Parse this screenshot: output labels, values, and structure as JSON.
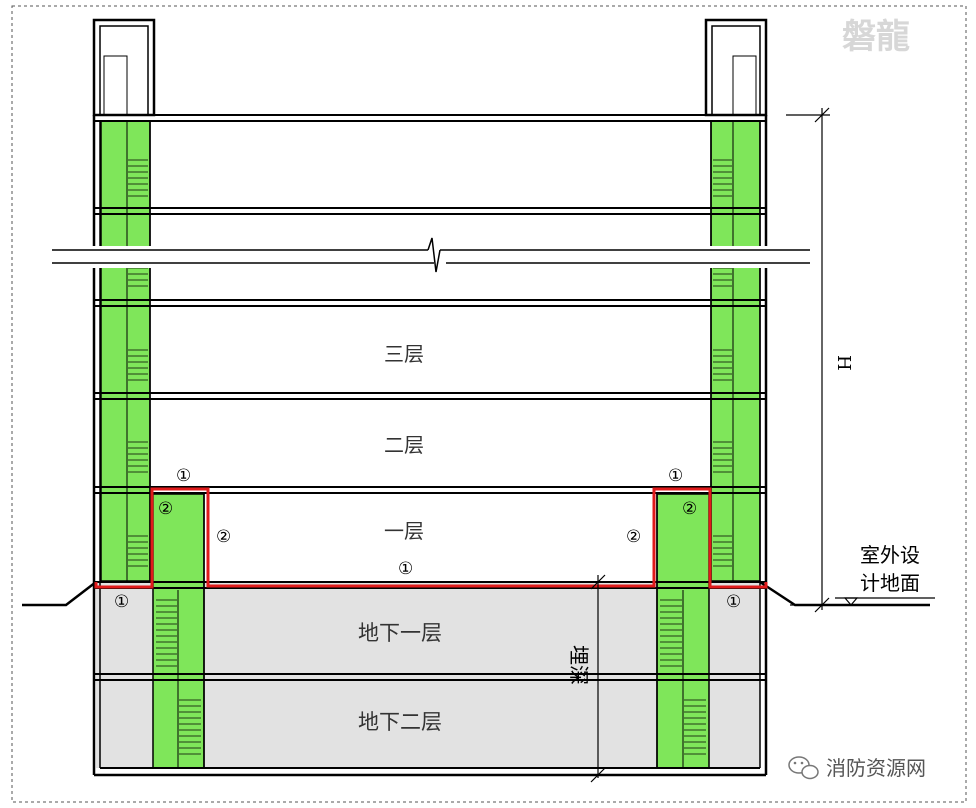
{
  "floors": {
    "third": "三层",
    "second": "二层",
    "first": "一层",
    "basement1": "地下一层",
    "basement2": "地下二层"
  },
  "dimensions": {
    "height": "H",
    "depth": "埋深"
  },
  "ground_label": {
    "line1": "室外设",
    "line2": "计地面"
  },
  "markers": {
    "one": "①",
    "two": "②"
  },
  "watermark": {
    "logo_text": "磐龍",
    "source": "消防资源网"
  },
  "colors": {
    "stair_fill": "#7fe65a",
    "basement_fill": "#e2e2e2",
    "boundary_red": "#e01b1b",
    "line": "#000000"
  }
}
